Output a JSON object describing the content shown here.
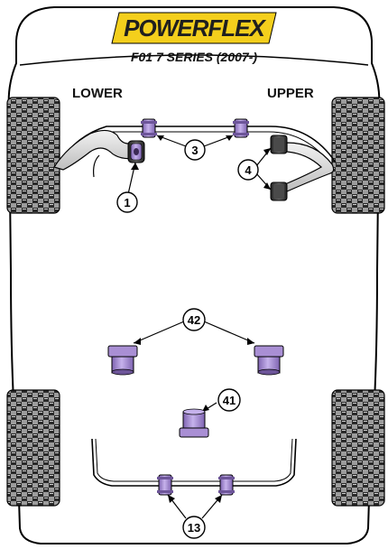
{
  "brand": {
    "logo_text": "POWERFLEX",
    "logo_color": "#1f1f1f",
    "logo_bg": "#f4cf1c"
  },
  "model": {
    "title": "F01 7 SERIES (2007-)"
  },
  "labels": {
    "lower": "LOWER",
    "upper": "UPPER"
  },
  "callouts": [
    {
      "id": "callout-1",
      "number": "1"
    },
    {
      "id": "callout-3",
      "number": "3"
    },
    {
      "id": "callout-4",
      "number": "4"
    },
    {
      "id": "callout-42",
      "number": "42"
    },
    {
      "id": "callout-41",
      "number": "41"
    },
    {
      "id": "callout-13",
      "number": "13"
    }
  ],
  "colors": {
    "bushing_purple": "#a98fd4",
    "bushing_dark": "#3c2a55",
    "tyre_dark": "#2a2a2a",
    "tyre_light": "#9c9c9c",
    "outline": "#000000",
    "body_fill": "#ffffff"
  }
}
